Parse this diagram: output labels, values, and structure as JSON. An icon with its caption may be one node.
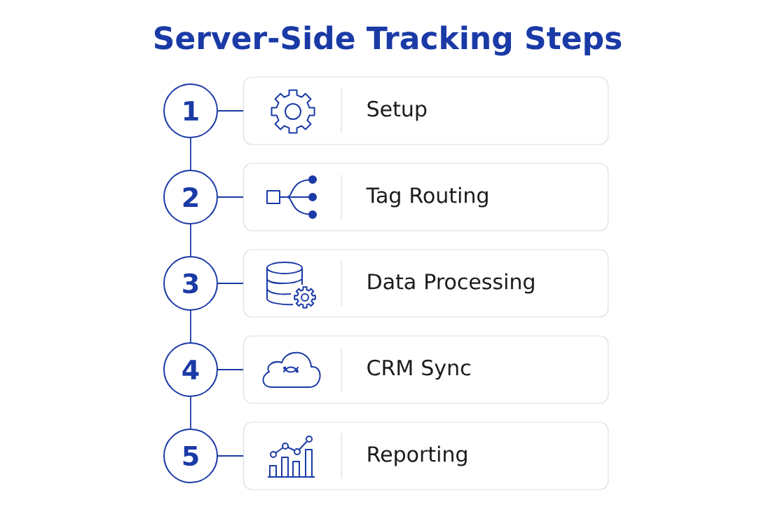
{
  "diagram": {
    "title": "Server-Side Tracking Steps",
    "nodes": [
      {
        "text": [
          "1"
        ]
      },
      {
        "text": [
          "Setup"
        ]
      },
      {
        "text": [
          "2"
        ]
      },
      {
        "text": [
          "Tag Routing"
        ]
      },
      {
        "text": [
          "3"
        ]
      },
      {
        "text": [
          "Data Processing"
        ]
      },
      {
        "text": [
          "4"
        ]
      },
      {
        "text": [
          "CRM Sync"
        ]
      },
      {
        "text": [
          "5"
        ]
      },
      {
        "text": [
          "Reporting"
        ]
      }
    ],
    "edges": [
      {
        "from": 0,
        "to": 1,
        "arrow": "none"
      },
      {
        "from": 0,
        "to": 2,
        "arrow": "none"
      },
      {
        "from": 2,
        "to": 3,
        "arrow": "none"
      },
      {
        "from": 2,
        "to": 4,
        "arrow": "none"
      },
      {
        "from": 4,
        "to": 5,
        "arrow": "none"
      },
      {
        "from": 4,
        "to": 6,
        "arrow": "none"
      },
      {
        "from": 6,
        "to": 7,
        "arrow": "none"
      },
      {
        "from": 6,
        "to": 8,
        "arrow": "none"
      },
      {
        "from": 8,
        "to": 9,
        "arrow": "none"
      }
    ]
  }
}
